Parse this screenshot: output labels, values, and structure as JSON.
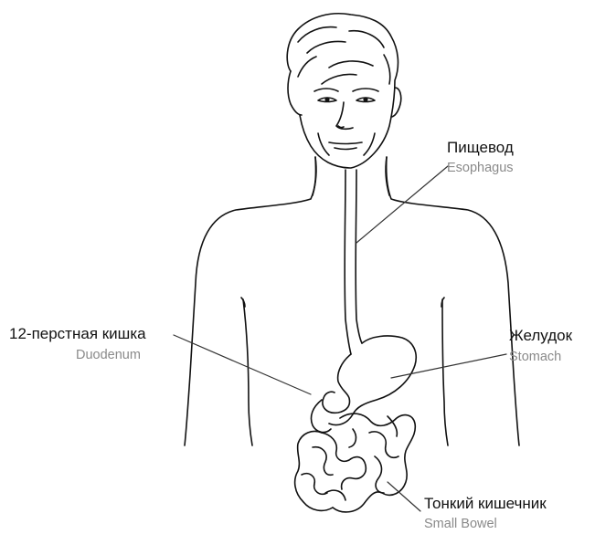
{
  "labels": {
    "esophagus": {
      "ru": "Пищевод",
      "en": "Esophagus"
    },
    "duodenum": {
      "ru": "12-перстная кишка",
      "en": "Duodenum"
    },
    "stomach": {
      "ru": "Желудок",
      "en": "Stomach"
    },
    "small_bowel": {
      "ru": "Тонкий кишечник",
      "en": "Small Bowel"
    }
  },
  "colors": {
    "outline": "#111111",
    "leader": "#333333",
    "label_primary": "#111111",
    "label_secondary": "#8a8a8a"
  }
}
